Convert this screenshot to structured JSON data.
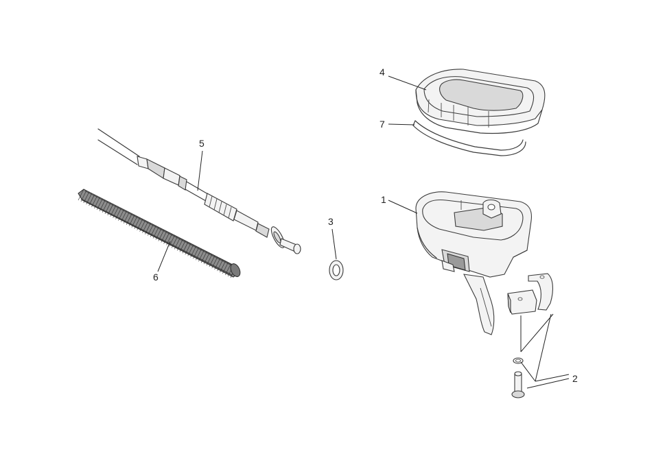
{
  "callouts": [
    {
      "id": "1",
      "label": "1"
    },
    {
      "id": "2",
      "label": "2"
    },
    {
      "id": "3",
      "label": "3"
    },
    {
      "id": "4",
      "label": "4"
    },
    {
      "id": "5",
      "label": "5"
    },
    {
      "id": "6",
      "label": "6"
    },
    {
      "id": "7",
      "label": "7"
    }
  ]
}
